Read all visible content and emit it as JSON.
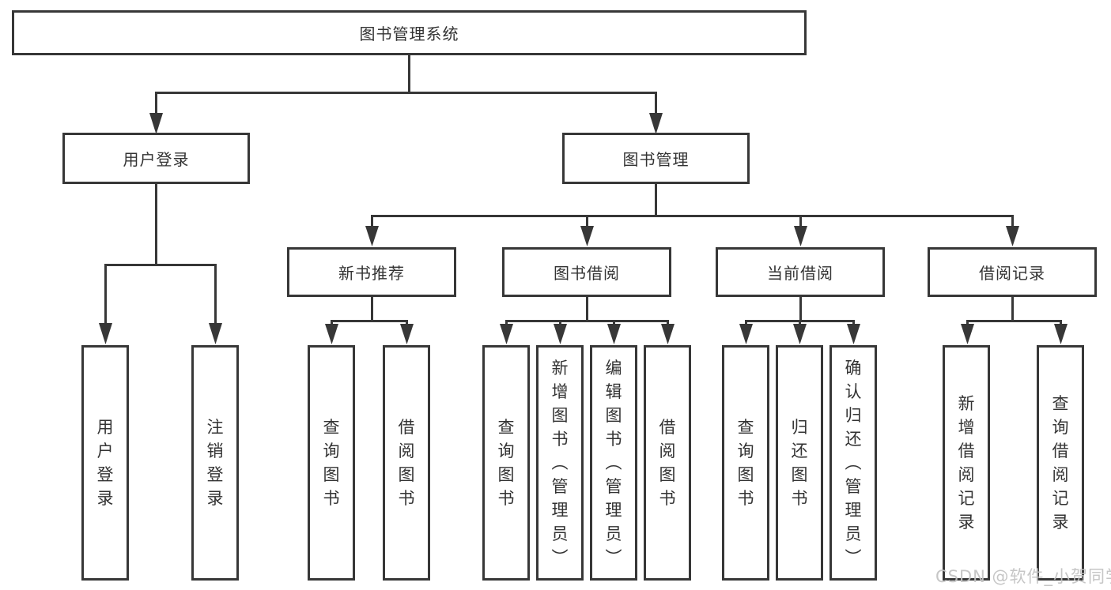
{
  "tree": {
    "root": {
      "label": "图书管理系统"
    },
    "userLogin": {
      "label": "用户登录",
      "children": {
        "login": {
          "label": "用户登录"
        },
        "logout": {
          "label": "注销登录"
        }
      }
    },
    "bookMgmt": {
      "label": "图书管理",
      "children": {
        "newBookRec": {
          "label": "新书推荐",
          "children": {
            "queryBooks": {
              "label": "查询图书"
            },
            "borrowBooks": {
              "label": "借阅图书"
            }
          }
        },
        "bookBorrow": {
          "label": "图书借阅",
          "children": {
            "queryBooks": {
              "label": "查询图书"
            },
            "addBooks": {
              "label": "新增图书（管理员）"
            },
            "editBooks": {
              "label": "编辑图书（管理员）"
            },
            "borrowBooks": {
              "label": "借阅图书"
            }
          }
        },
        "currentBorrow": {
          "label": "当前借阅",
          "children": {
            "queryBooks": {
              "label": "查询图书"
            },
            "returnBooks": {
              "label": "归还图书"
            },
            "confirmReturn": {
              "label": "确认归还（管理员）"
            }
          }
        },
        "borrowRecords": {
          "label": "借阅记录",
          "children": {
            "addRecord": {
              "label": "新增借阅记录"
            },
            "queryRecord": {
              "label": "查询借阅记录"
            }
          }
        }
      }
    }
  },
  "watermark": "CSDN @软件_小贺同学",
  "colors": {
    "line": "#373737",
    "box_fill": "#ffffff",
    "text": "#333333",
    "watermark": "#c3c3c3"
  }
}
